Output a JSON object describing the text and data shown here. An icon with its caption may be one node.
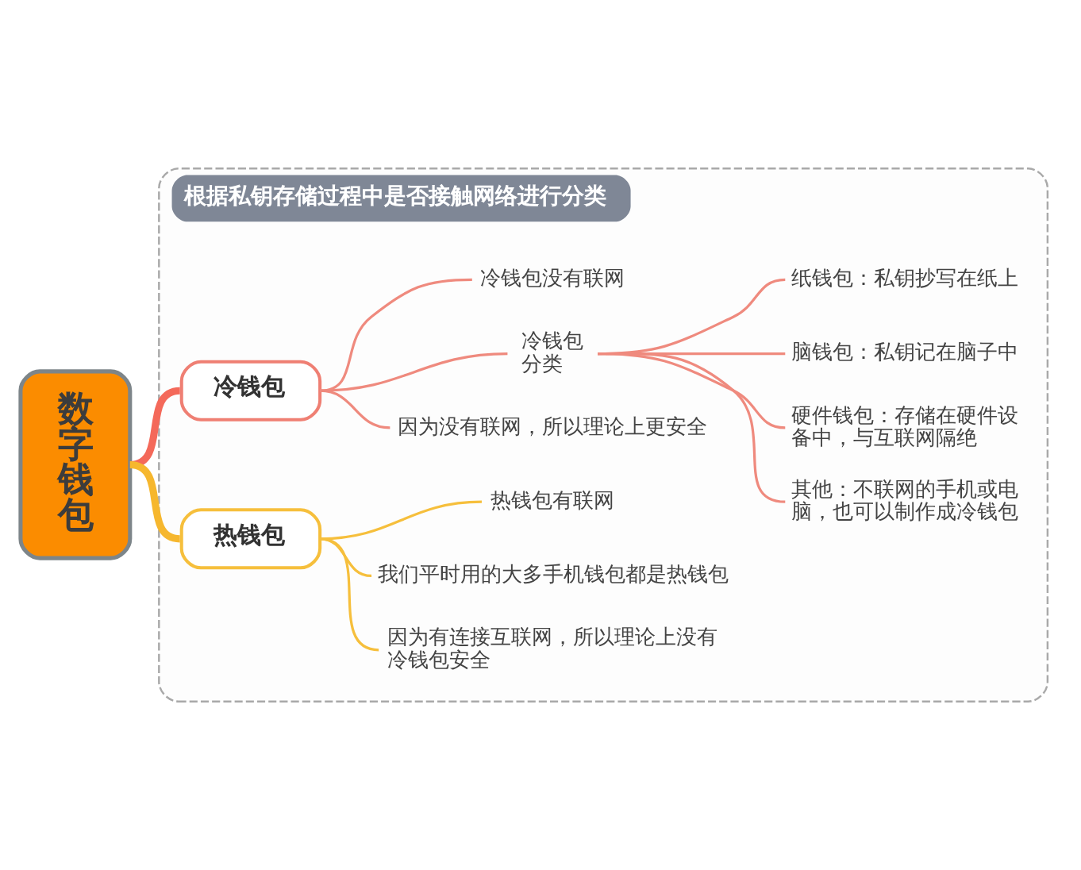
{
  "diagram": {
    "nodes": [
      {
        "text": [
          "数字钱包"
        ]
      },
      {
        "text": [
          "根据私钥存储过程中是否接触网络进行分类"
        ]
      },
      {
        "text": [
          "冷钱包"
        ],
        "in": 1
      },
      {
        "text": [
          "冷钱包没有联网"
        ],
        "in": 1
      },
      {
        "text": [
          "冷钱包分类"
        ],
        "in": 1
      },
      {
        "text": [
          "纸钱包：私钥抄写在纸上"
        ],
        "in": 1
      },
      {
        "text": [
          "脑钱包：私钥记在脑子中"
        ],
        "in": 1
      },
      {
        "text": [
          "硬件钱包：存储在硬件设备中，与互联网隔绝"
        ],
        "in": 1
      },
      {
        "text": [
          "其他：不联网的手机或电脑，也可以制作成冷钱包"
        ],
        "in": 1
      },
      {
        "text": [
          "因为没有联网，所以理论上更安全"
        ],
        "in": 1
      },
      {
        "text": [
          "热钱包"
        ],
        "in": 1
      },
      {
        "text": [
          "热钱包有联网"
        ],
        "in": 1
      },
      {
        "text": [
          "我们平时用的大多手机钱包都是热钱包"
        ],
        "in": 1
      },
      {
        "text": [
          "因为有连接互联网，所以理论上没有冷钱包安全"
        ],
        "in": 1
      }
    ],
    "edges": [
      {
        "from": 0,
        "to": 2,
        "arrow": "none",
        "style": "thick",
        "color": "#f4695a"
      },
      {
        "from": 2,
        "to": 3,
        "arrow": "none"
      },
      {
        "from": 2,
        "to": 4,
        "arrow": "none"
      },
      {
        "from": 4,
        "to": 5,
        "arrow": "none"
      },
      {
        "from": 4,
        "to": 6,
        "arrow": "none"
      },
      {
        "from": 4,
        "to": 7,
        "arrow": "none"
      },
      {
        "from": 4,
        "to": 8,
        "arrow": "none"
      },
      {
        "from": 2,
        "to": 9,
        "arrow": "none"
      },
      {
        "from": 0,
        "to": 10,
        "arrow": "none",
        "style": "thick",
        "color": "#f6b72e"
      },
      {
        "from": 10,
        "to": 11,
        "arrow": "none",
        "color": "#f6bf3c"
      },
      {
        "from": 10,
        "to": 12,
        "arrow": "none",
        "color": "#f6bf3c"
      },
      {
        "from": 10,
        "to": 13,
        "arrow": "none",
        "color": "#f6bf3c"
      }
    ]
  }
}
